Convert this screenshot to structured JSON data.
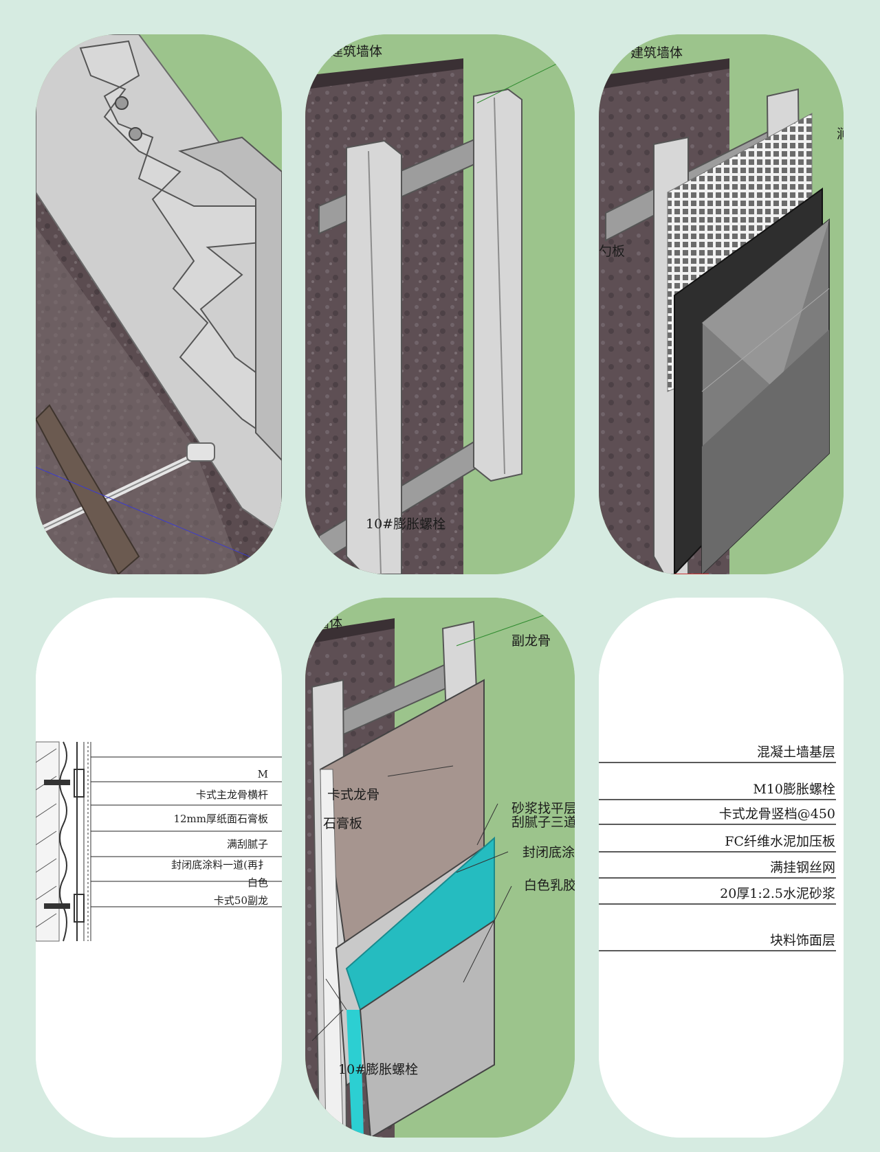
{
  "panel1": {},
  "panel2": {
    "label_top": "建筑墙体",
    "label_bottom": "10#膨胀螺栓"
  },
  "panel3": {
    "label_top": "建筑墙体",
    "label_left": "勺板",
    "label_right_cut": "涧"
  },
  "panel4": {
    "labels": [
      "M",
      "卡式主龙骨横杆",
      "12mm厚纸面石膏板",
      "满刮腻子",
      "封闭底涂料一道(再扌",
      "白色",
      "卡式50副龙"
    ]
  },
  "panel5": {
    "label_wall": "墙体",
    "label_sub_keel": "副龙骨",
    "label_card_keel": "卡式龙骨",
    "label_gypsum": "石膏板",
    "label_mortar": "砂浆找平层",
    "label_putty": "刮腻子三道",
    "label_seal": "封闭底涂",
    "label_white": "白色乳胶",
    "label_bolt": "10#膨胀螺栓"
  },
  "panel6": {
    "labels": [
      "混凝土墙基层",
      "M10膨胀螺栓",
      "卡式龙骨竖档@450",
      "FC纤维水泥加压板",
      "满挂钢丝网",
      "20厚1:2.5水泥砂浆",
      "块料饰面层"
    ]
  }
}
